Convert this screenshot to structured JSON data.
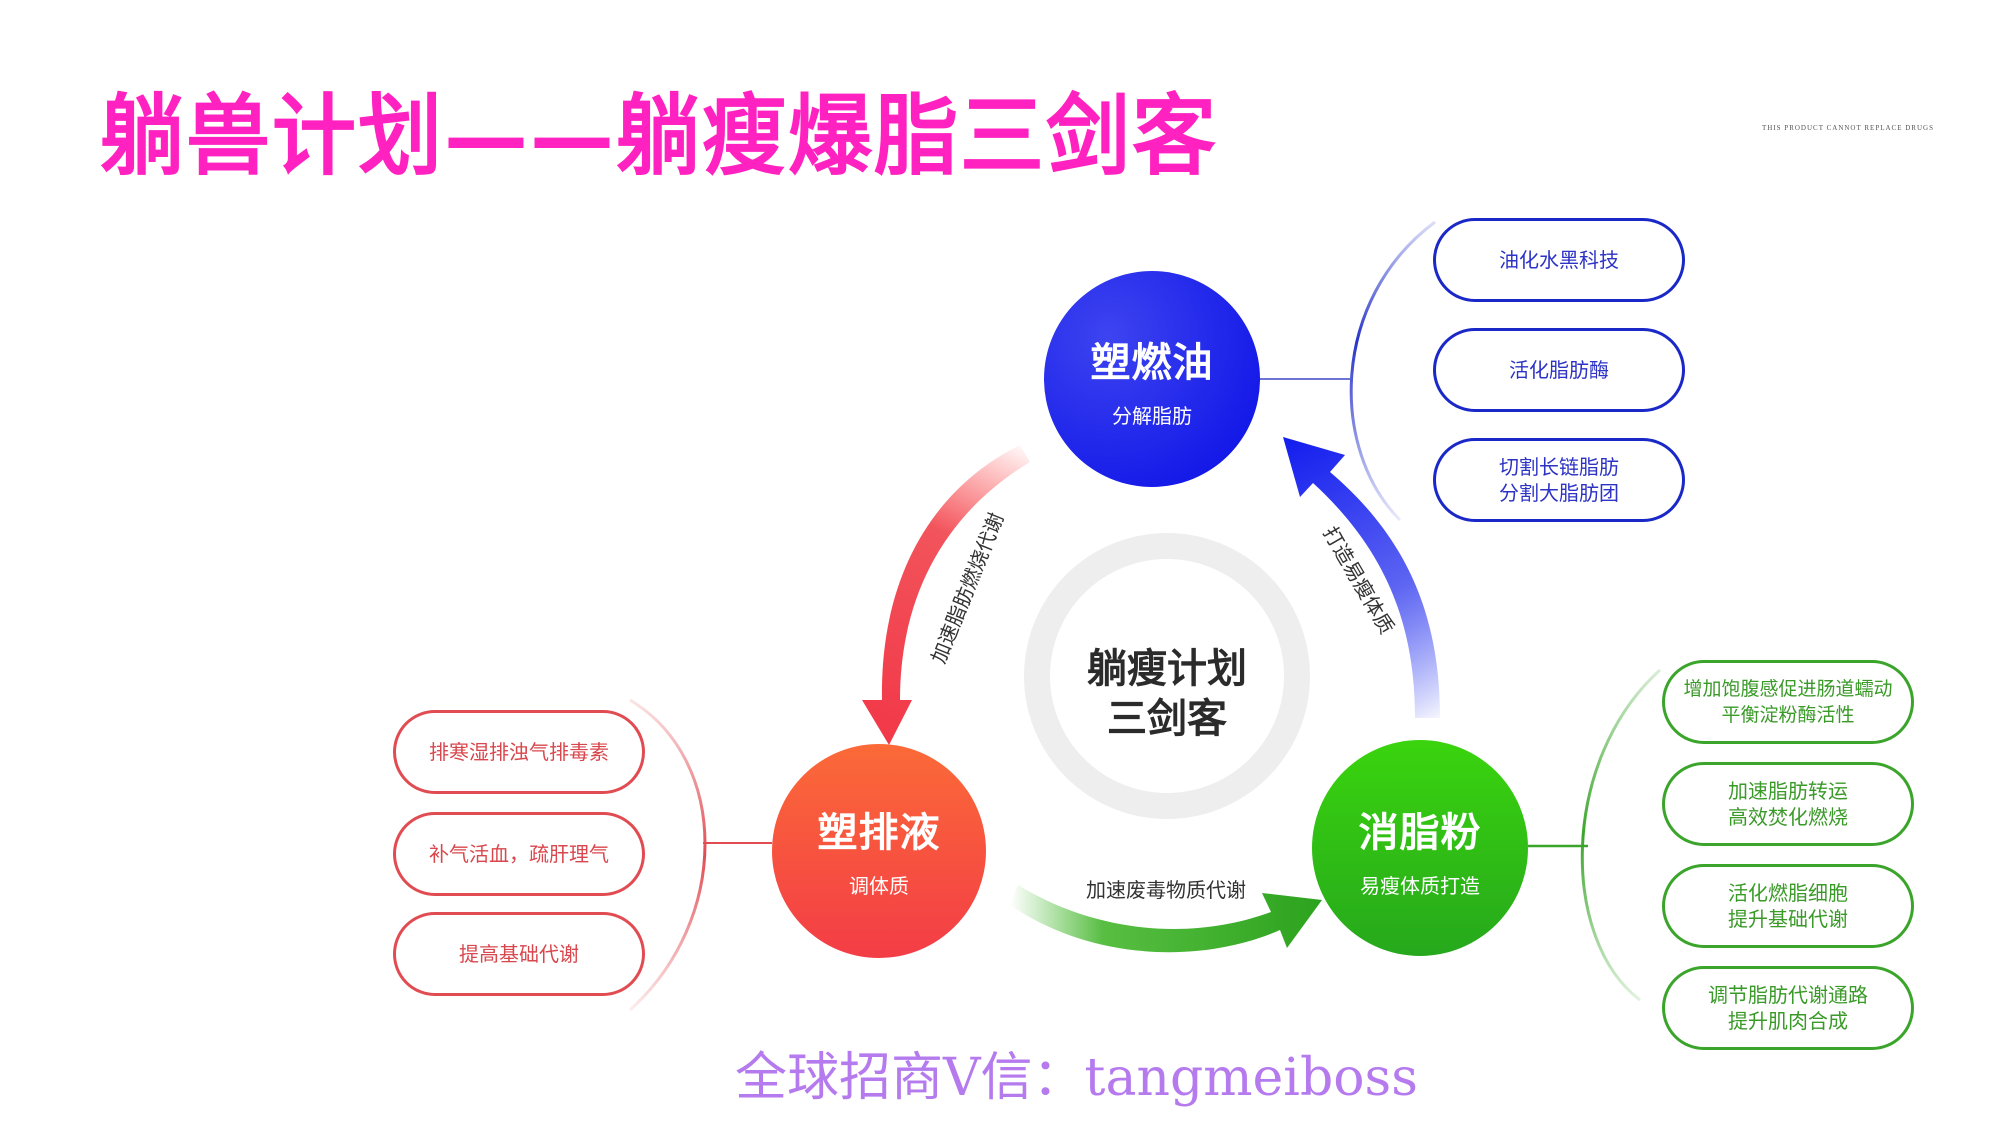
{
  "title": "躺兽计划——躺瘦爆脂三剑客",
  "disclaimer": "THIS PRODUCT CANNOT REPLACE DRUGS",
  "center": {
    "line1": "躺瘦计划",
    "line2": "三剑客"
  },
  "colors": {
    "title": "#FF22C0",
    "blue": "#1a1ee8",
    "red": "#f5474a",
    "green": "#2fbe14",
    "footer": "#b57aee"
  },
  "nodes": {
    "blue": {
      "title": "塑燃油",
      "subtitle": "分解脂肪",
      "items": [
        "油化水黑科技",
        "活化脂肪酶",
        "切割长链脂肪\n分割大脂肪团"
      ]
    },
    "red": {
      "title": "塑排液",
      "subtitle": "调体质",
      "items": [
        "排寒湿排浊气排毒素",
        "补气活血，疏肝理气",
        "提高基础代谢"
      ]
    },
    "green": {
      "title": "消脂粉",
      "subtitle": "易瘦体质打造",
      "items": [
        "增加饱腹感促进肠道蠕动\n平衡淀粉酶活性",
        "加速脂肪转运\n高效焚化燃烧",
        "活化燃脂细胞\n提升基础代谢",
        "调节脂肪代谢通路\n提升肌肉合成"
      ]
    }
  },
  "arrows": {
    "blue_to_red": "加速脂肪燃烧代谢",
    "red_to_green": "加速废毒物质代谢",
    "green_to_blue": "打造易瘦体质"
  },
  "footer": "全球招商V信：tangmeiboss"
}
